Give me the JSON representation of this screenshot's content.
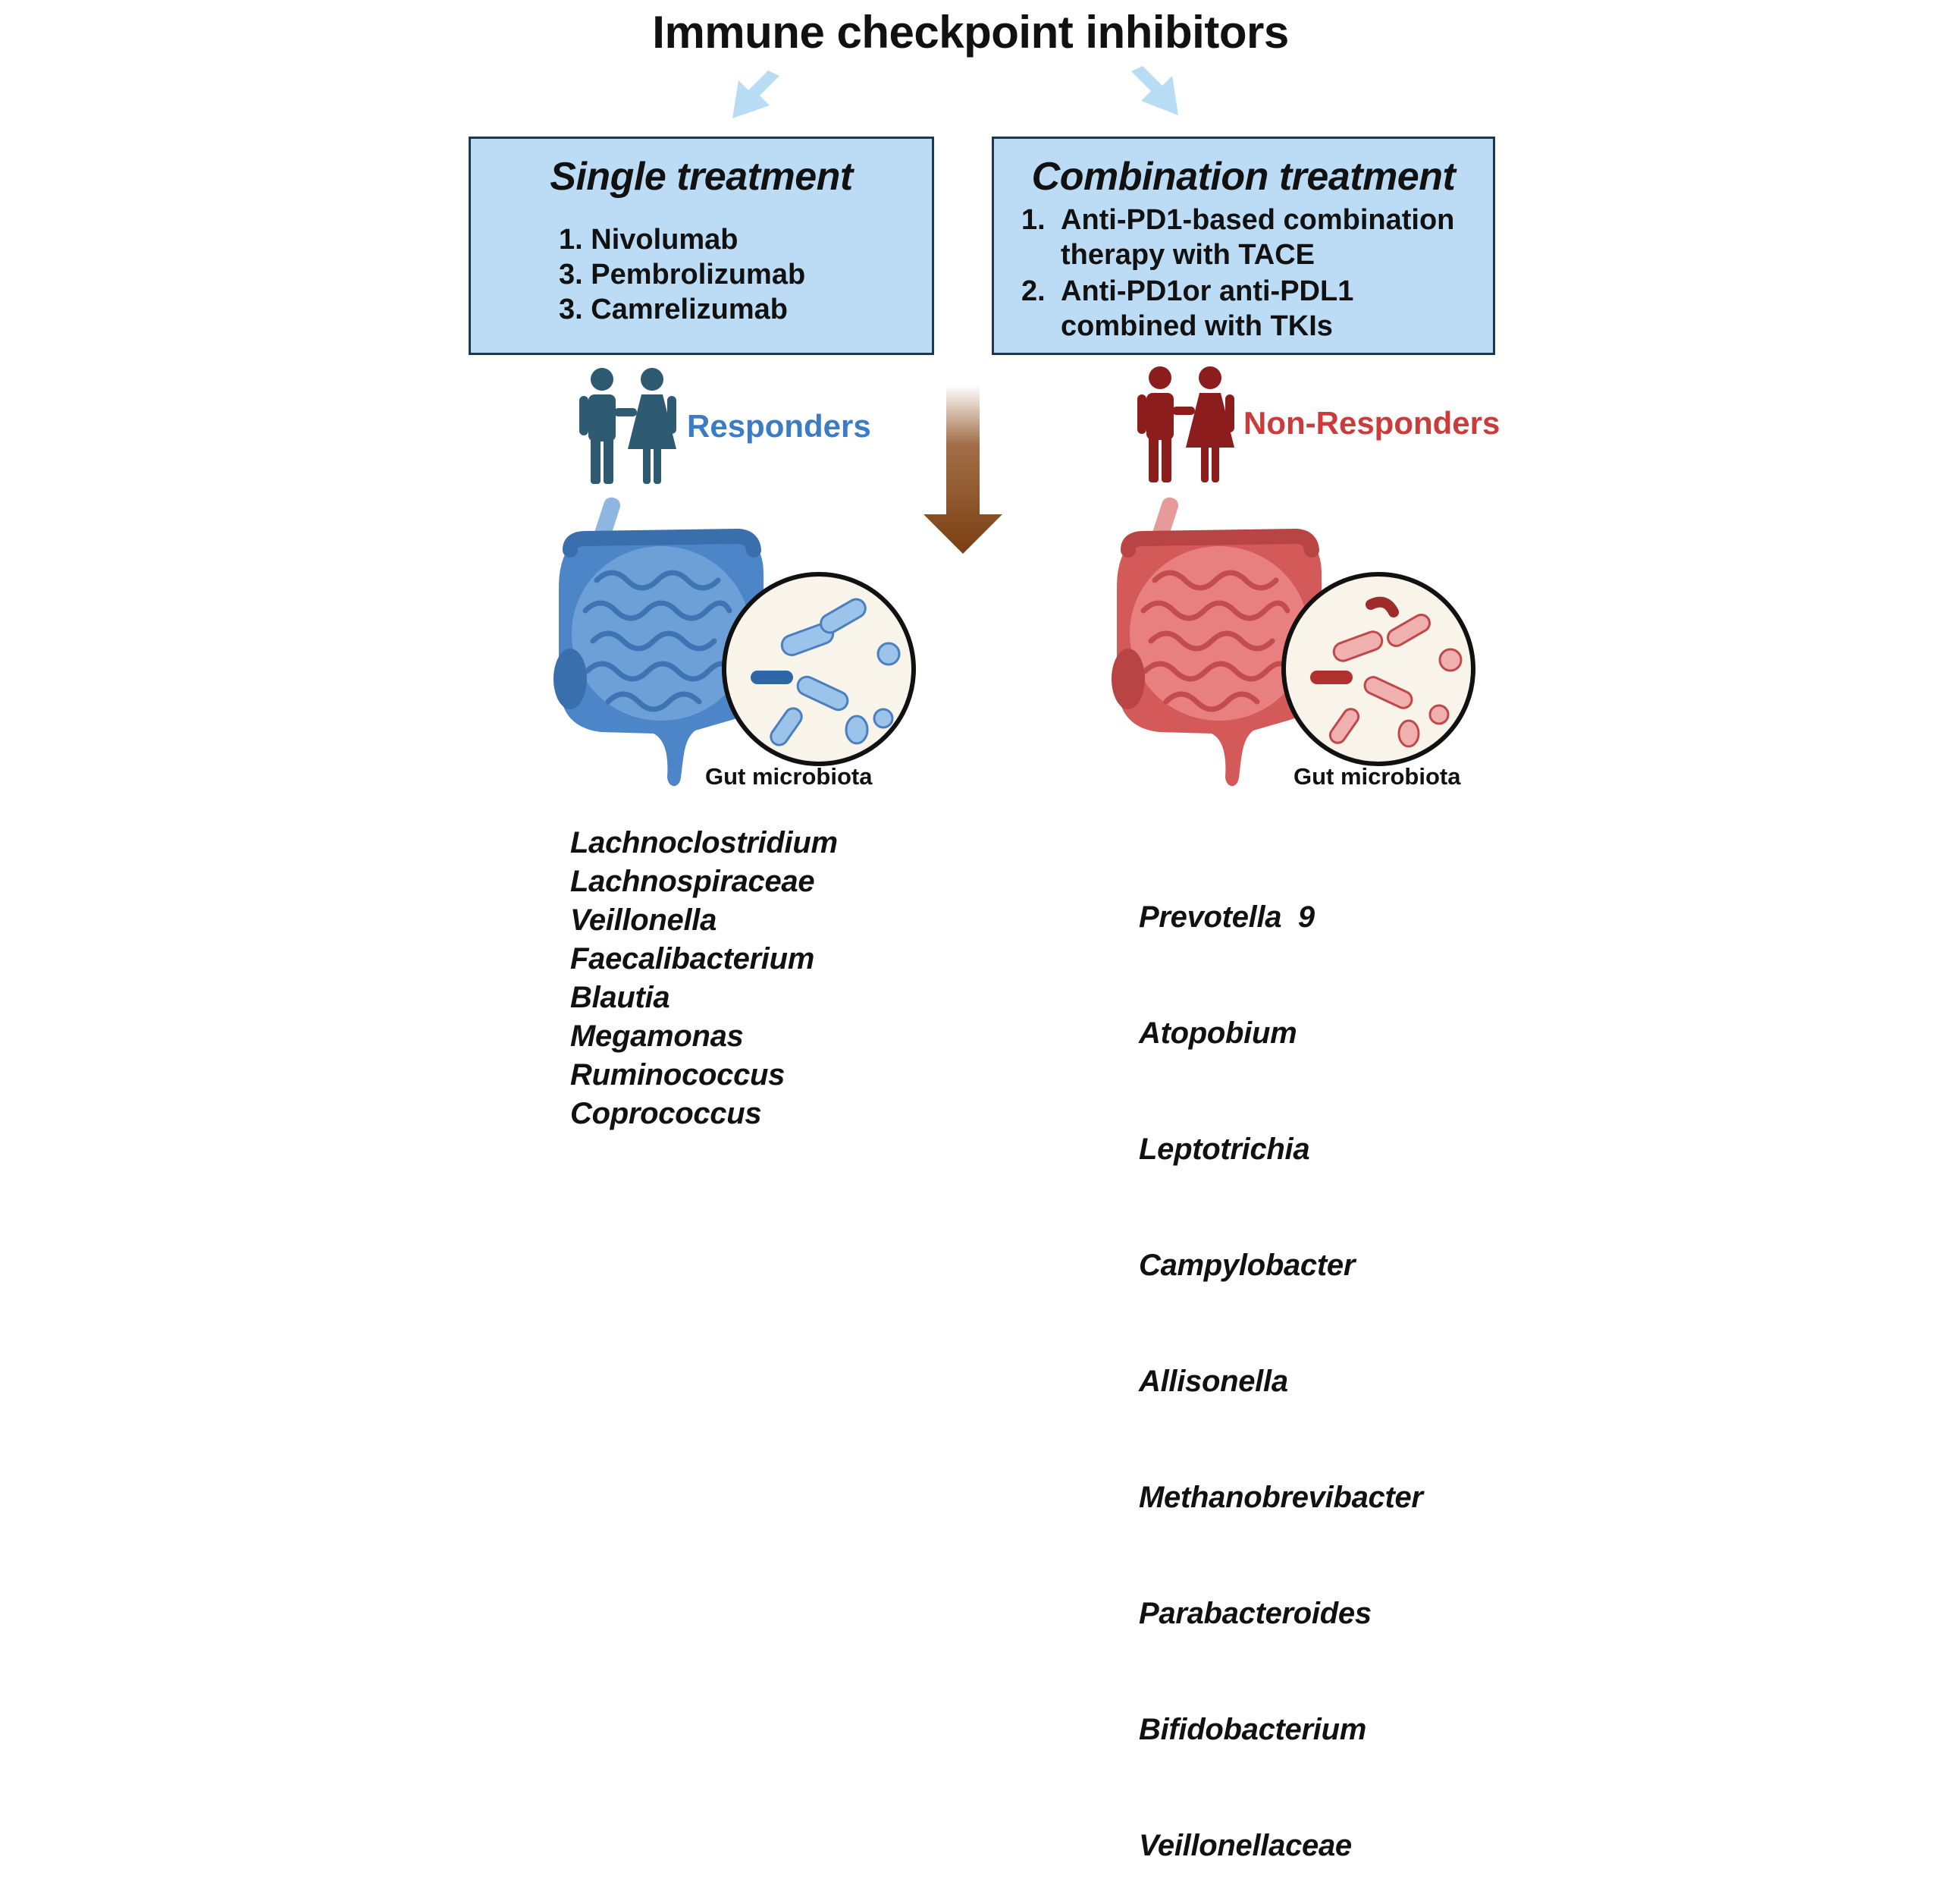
{
  "title": "Immune checkpoint inhibitors",
  "single": {
    "title": "Single treatment",
    "items": [
      "1. Nivolumab",
      "3. Pembrolizumab",
      "3. Camrelizumab"
    ]
  },
  "combination": {
    "title": "Combination treatment",
    "items": [
      {
        "num": "1.",
        "text": "Anti-PD1-based combination therapy with TACE"
      },
      {
        "num": "2.",
        "text": "Anti-PD1or anti-PDL1 combined with TKIs"
      }
    ]
  },
  "responders": {
    "label": "Responders",
    "gut_caption": "Gut microbiota",
    "color": "#3b7dc4",
    "taxa": [
      "Lachnoclostridium",
      "Lachnospiraceae",
      "Veillonella",
      "Faecalibacterium",
      "Blautia",
      "Megamonas",
      "Ruminococcus",
      "Coprococcus"
    ]
  },
  "non_responders": {
    "label": "Non-Responders",
    "gut_caption": "Gut microbiota",
    "color": "#cc3b3b",
    "taxa": [
      "Prevotella  9",
      "Atopobium",
      "Leptotrichia",
      "Campylobacter",
      "Allisonella",
      "Methanobrevibacter",
      "Parabacteroides",
      "Bifidobacterium",
      "Veillonellaceae"
    ]
  },
  "icons": {
    "people": "couple-icon",
    "intestine": "intestine-icon",
    "bacteria": "bacteria-magnifier-icon",
    "arrow": "down-arrow-icon"
  },
  "colors": {
    "box_fill": "#bcdcf5",
    "box_border": "#1f3550",
    "arrow_light": "#b8dcf4",
    "arrow_brown": "#8a4a1a"
  }
}
